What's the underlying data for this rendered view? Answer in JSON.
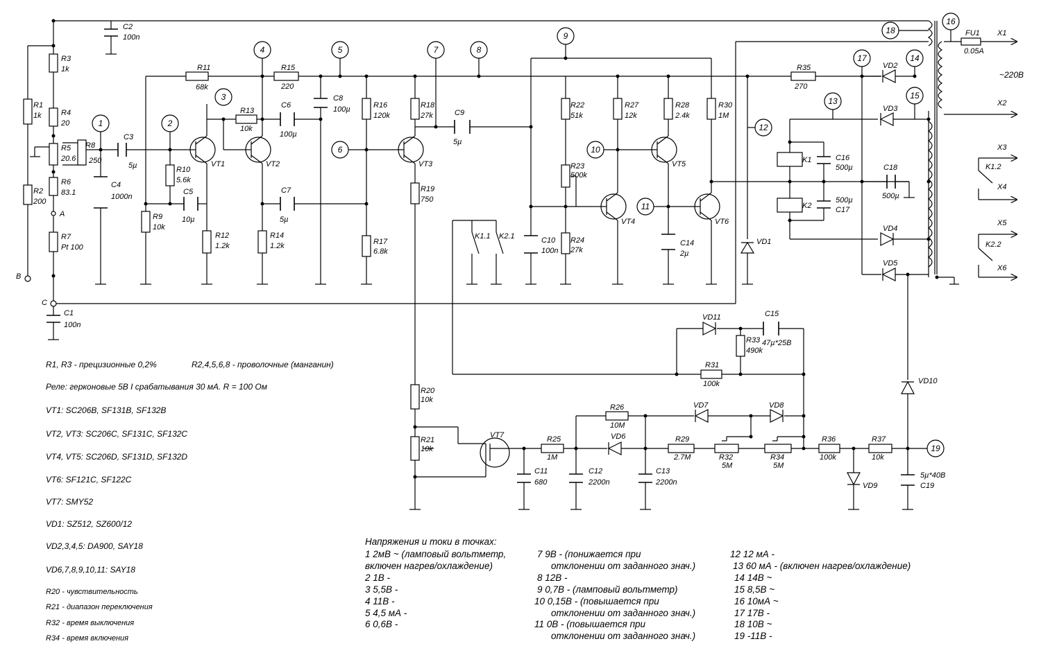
{
  "labels": {
    "C2": "C2",
    "C2v": "100n",
    "R3": "R3",
    "R3v": "1k",
    "R1": "R1",
    "R1v": "1k",
    "R4": "R4",
    "R4v": "20",
    "R5": "R5",
    "R5v": "20.6",
    "R8": "R8",
    "R8v": "250",
    "R6": "R6",
    "R6v": "83.1",
    "R2": "R2",
    "R2v": "200",
    "A": "A",
    "R7": "R7",
    "R7v": "Pt 100",
    "B": "B",
    "C": "C",
    "C1": "C1",
    "C1v": "100n",
    "C3": "C3",
    "C3v": "5µ",
    "C4": "C4",
    "C4v": "1000n",
    "R11": "R11",
    "R11v": "68k",
    "R9": "R9",
    "R9v": "10k",
    "R10": "R10",
    "R10v": "5.6k",
    "C5": "C5",
    "C5v": "10µ",
    "R12": "R12",
    "R12v": "1.2k",
    "VT1": "VT1",
    "R13": "R13",
    "R13v": "10k",
    "VT2": "VT2",
    "R14": "R14",
    "R14v": "1.2k",
    "R15": "R15",
    "R15v": "220",
    "C6": "C6",
    "C6v": "100µ",
    "C7": "C7",
    "C7v": "5µ",
    "C8": "C8",
    "C8v": "100µ",
    "R16": "R16",
    "R16v": "120k",
    "R17": "R17",
    "R17v": "6.8k",
    "R18": "R18",
    "R18v": "27k",
    "VT3": "VT3",
    "R19": "R19",
    "R19v": "750",
    "C9": "C9",
    "C9v": "5µ",
    "K11": "K1.1",
    "K21": "K2.1",
    "R22": "R22",
    "R22v": "51k",
    "R23": "R23",
    "R23v": "500k",
    "R24": "R24",
    "R24v": "27k",
    "C10": "C10",
    "C10v": "100n",
    "R27": "R27",
    "R27v": "12k",
    "VT4": "VT4",
    "R28": "R28",
    "R28v": "2.4k",
    "VT5": "VT5",
    "C14": "C14",
    "C14v": "2µ",
    "R30": "R30",
    "R30v": "1M",
    "VT6": "VT6",
    "VD1": "VD1",
    "R35": "R35",
    "R35v": "270",
    "VD2": "VD2",
    "VD3": "VD3",
    "VD4": "VD4",
    "VD5": "VD5",
    "K1": "K1",
    "K2": "K2",
    "C16": "C16",
    "C16v": "500µ",
    "C17": "C17",
    "C17v": "500µ",
    "C18": "C18",
    "C18v": "500µ",
    "FU1": "FU1",
    "FU1v": "0.05A",
    "X1": "X1",
    "X2": "X2",
    "X3": "X3",
    "X4": "X4",
    "X5": "X5",
    "X6": "X6",
    "AC": "~220В",
    "K12": "K1.2",
    "K22": "K2.2",
    "VD11": "VD11",
    "C15": "C15",
    "C15v": "47µ*25В",
    "R33": "R33",
    "R33v": "490k",
    "R31": "R31",
    "R31v": "100k",
    "R20": "R20",
    "R20v": "10k",
    "R21": "R21",
    "R21v": "10k",
    "VT7": "VT7",
    "R25": "R25",
    "R25v": "1M",
    "R26": "R26",
    "R26v": "10M",
    "VD6": "VD6",
    "VD7": "VD7",
    "VD8": "VD8",
    "R29": "R29",
    "R29v": "2.7M",
    "R32": "R32",
    "R32v": "5M",
    "R34": "R34",
    "R34v": "5M",
    "R36": "R36",
    "R36v": "100k",
    "R37": "R37",
    "R37v": "10k",
    "VD9": "VD9",
    "VD10": "VD10",
    "C11": "C11",
    "C11v": "680",
    "C12": "C12",
    "C12v": "2200n",
    "C13": "C13",
    "C13v": "2200n",
    "C19": "C19",
    "C19v": "5µ*40В"
  },
  "nodes": [
    "1",
    "2",
    "3",
    "4",
    "5",
    "6",
    "7",
    "8",
    "9",
    "10",
    "11",
    "12",
    "13",
    "14",
    "15",
    "16",
    "17",
    "18",
    "19"
  ],
  "notes": [
    "R1, R3 - прецизионные 0,2%",
    "R2,4,5,6,8 - проволочные (манганин)",
    "Реле: герконовые 5В  I срабатывания 30 мА. R = 100 Ом",
    "VT1: SC206B, SF131B, SF132B",
    "VT2, VT3: SC206C, SF131C, SF132C",
    "VT4, VT5: SC206D, SF131D, SF132D",
    "VT6: SF121C, SF122C",
    "VT7: SMY52",
    "VD1: SZ512, SZ600/12",
    "VD2,3,4,5: DA900, SAY18",
    "VD6,7,8,9,10,11: SAY18",
    "R20 - чувствительность",
    "R21 - диапазон переключения",
    "R32 - время выключения",
    "R34 - время включения"
  ],
  "voltages": {
    "title": "Напряжения и токи в точках:",
    "col1": [
      "1   2мВ ~ (ламповый вольтметр,",
      "  включен нагрев/охлаждение)",
      "2   1В -",
      "3   5,5В -",
      "4   11В -",
      "5   4,5 мА -",
      "6   0,6В -"
    ],
    "col2": [
      "7   9В -     (понижается при",
      "отклонении от заданного знач.)",
      "8   12В -",
      "9   0,7В - (ламповый вольтметр)",
      "10   0,15В - (повышается при",
      "отклонении от заданного знач.)",
      "11   0В -   (повышается при",
      "отклонении от заданного знач.)"
    ],
    "col3": [
      "12   12 мА -",
      "13    60 мА - (включен нагрев/охлаждение)",
      "14   14В ~",
      "15   8,5В ~",
      "16   10мА ~",
      "17   17В -",
      "18   10В ~",
      "19   -11В -"
    ]
  }
}
